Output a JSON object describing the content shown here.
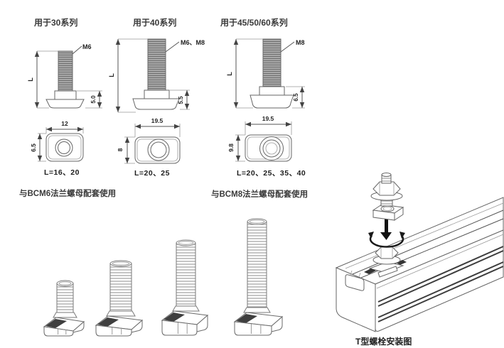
{
  "series": [
    {
      "title": "用于30系列",
      "thread": "M6",
      "dim_length": "L",
      "dim_head_height": "5.0",
      "head_view": {
        "dim_width": "12",
        "dim_height": "6.5",
        "lengths": "L=16、20"
      },
      "note": "与BCM6法兰螺母配套使用"
    },
    {
      "title": "用于40系列",
      "thread": "M6、M8",
      "dim_length": "L",
      "dim_head_height": "5.5",
      "head_view": {
        "dim_width": "19.5",
        "dim_height": "8",
        "lengths": "L=20、25"
      }
    },
    {
      "title": "用于45/50/60系列",
      "thread": "M8",
      "dim_length": "L",
      "dim_head_height": "6.5",
      "head_view": {
        "dim_width": "19.5",
        "dim_height": "9.8",
        "lengths": "L=20、25、35、40"
      },
      "note": "与BCM8法兰螺母配套使用"
    }
  ],
  "installation": {
    "caption": "T型螺栓安装图"
  },
  "colors": {
    "line": "#666666",
    "dim": "#555555",
    "text": "#222222",
    "thread_dark": "#a8a8a8",
    "groove": "#3d3d3d"
  }
}
